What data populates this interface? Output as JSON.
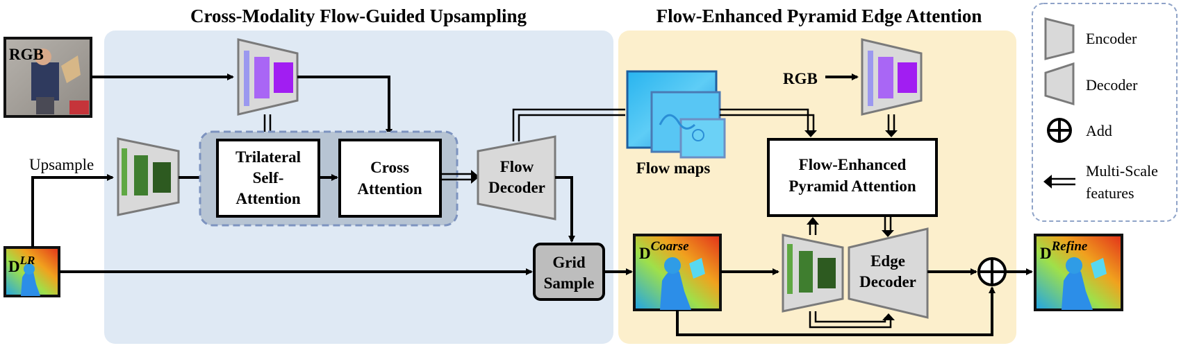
{
  "titles": {
    "left_section": "Cross-Modality Flow-Guided Upsampling",
    "right_section": "Flow-Enhanced Pyramid Edge Attention"
  },
  "inputs": {
    "rgb": "RGB",
    "rgb_right": "RGB",
    "depth_lr_base": "D",
    "depth_lr_sup": "LR",
    "upsample": "Upsample"
  },
  "modules": {
    "trilateral": [
      "Trilateral",
      "Self-",
      "Attention"
    ],
    "cross": [
      "Cross",
      "Attention"
    ],
    "flow_decoder": [
      "Flow",
      "Decoder"
    ],
    "grid_sample": [
      "Grid",
      "Sample"
    ],
    "flow_maps": "Flow maps",
    "fepa": [
      "Flow-Enhanced",
      "Pyramid Attention"
    ],
    "edge_decoder": [
      "Edge",
      "Decoder"
    ]
  },
  "outputs": {
    "coarse_base": "D",
    "coarse_sup": "Coarse",
    "refine_base": "D",
    "refine_sup": "Refine"
  },
  "legend": {
    "encoder": "Encoder",
    "decoder": "Decoder",
    "add": "Add",
    "multiscale": [
      "Multi-Scale",
      "features"
    ]
  }
}
